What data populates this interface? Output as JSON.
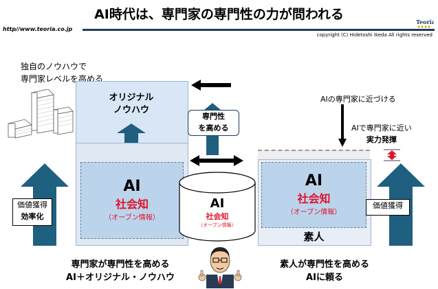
{
  "header": {
    "title": "AI時代は、専門家の専門性の力が問われる",
    "url": "http//www.teoria.co.jp",
    "copyright": "copyright (C)  Hidetoshi  Ikeda All rights reserved",
    "logo_text": "Teoria"
  },
  "left": {
    "note": [
      "独自のノウハウで",
      "専門家レベルを高める"
    ],
    "top_label": [
      "オリジナル",
      "ノウハウ"
    ],
    "ai_label": "AI",
    "social_knowledge": "社会知",
    "open_info": "（オーブン情報）",
    "value_box": [
      "価値獲得",
      "効率化"
    ]
  },
  "center": {
    "box_label": [
      "専門性",
      "を高める"
    ],
    "ai_label": "AI",
    "social_knowledge": "社会知",
    "open_info": "（オーブン情報）"
  },
  "right": {
    "note1": "AIの専門家に近づける",
    "note2_line1": "AIで専門家に近い",
    "note2_line2": "実力発揮",
    "ai_label": "AI",
    "social_knowledge": "社会知",
    "open_info": "（オーブン情報）",
    "layman": "素人",
    "value_box": "価値獲得"
  },
  "bottom": {
    "left": [
      "専門家が専門性を高める",
      "AI＋オリジナル・ノウハウ"
    ],
    "right": [
      "素人が専門性を高める",
      "AIに頼る"
    ]
  },
  "colors": {
    "arrow": "#1f5f7f",
    "accent_red": "#e0142a",
    "navy": "#1f3a5f"
  }
}
